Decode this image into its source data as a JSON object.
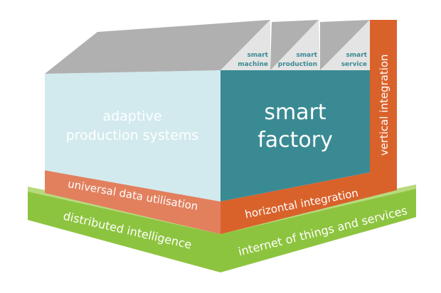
{
  "colors": {
    "roof": "#b0b0b0",
    "gable": "#e4e4e4",
    "left_wall": "#d2eaee",
    "smart_factory": "#3a8a93",
    "vertical_integration": "#d9622b",
    "horizontal_integration": "#d9622b",
    "universal_data": "#e2805e",
    "green_side": "#8dc43f",
    "green_top": "#b8da7e"
  },
  "labels": {
    "smart_machine": [
      "smart",
      "machine"
    ],
    "smart_production": [
      "smart",
      "production"
    ],
    "smart_service": [
      "smart",
      "service"
    ],
    "adaptive": [
      "adaptive",
      "production systems"
    ],
    "smart_factory": [
      "smart",
      "factory"
    ],
    "vertical_integration": "vertical integration",
    "horizontal_integration": "horizontal integration",
    "universal_data": "universal data utilisation",
    "distributed_intelligence": "distributed intelligence",
    "iot": "internet of things and services"
  }
}
